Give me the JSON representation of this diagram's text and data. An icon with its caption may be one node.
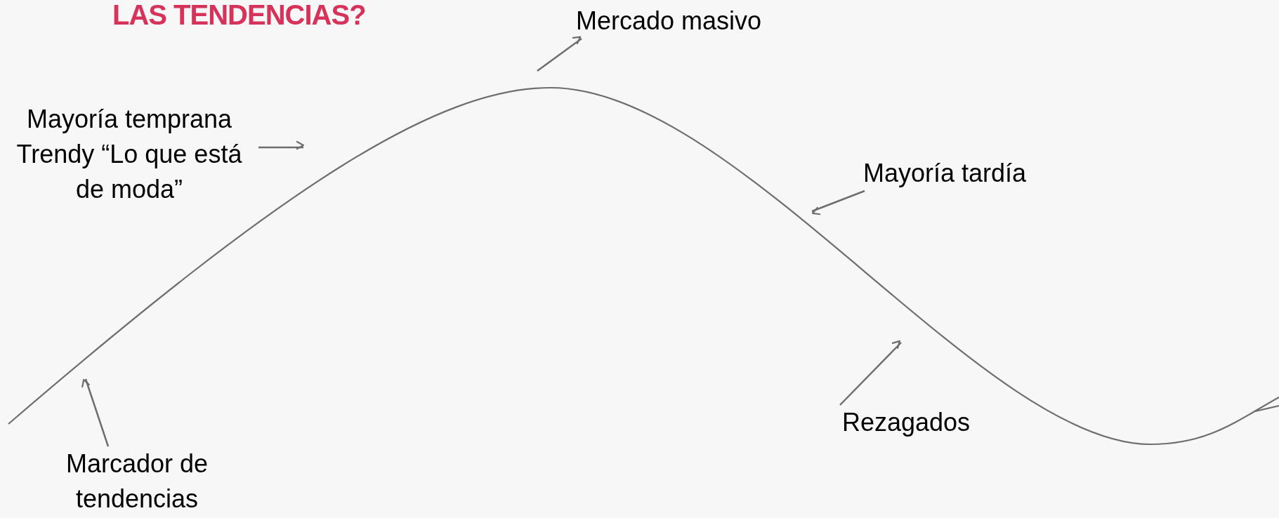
{
  "diagram": {
    "title": "LAS TENDENCIAS?",
    "nodes": [
      {
        "text": [
          "Mercado masivo"
        ]
      },
      {
        "text": [
          "Mayoría temprana Trendy “Lo que está de moda”"
        ]
      },
      {
        "text": [
          "Mayoría tardía"
        ]
      },
      {
        "text": [
          "Rezagados"
        ]
      },
      {
        "text": [
          "Marcador de tendencias"
        ]
      }
    ],
    "edges": [
      {
        "from": null,
        "to": 0,
        "arrow": "to"
      },
      {
        "from": 1,
        "to": null,
        "arrow": "to"
      },
      {
        "from": 2,
        "to": null,
        "arrow": "to"
      },
      {
        "from": 3,
        "to": null,
        "arrow": "to"
      },
      {
        "from": 4,
        "to": null,
        "arrow": "to"
      }
    ]
  }
}
